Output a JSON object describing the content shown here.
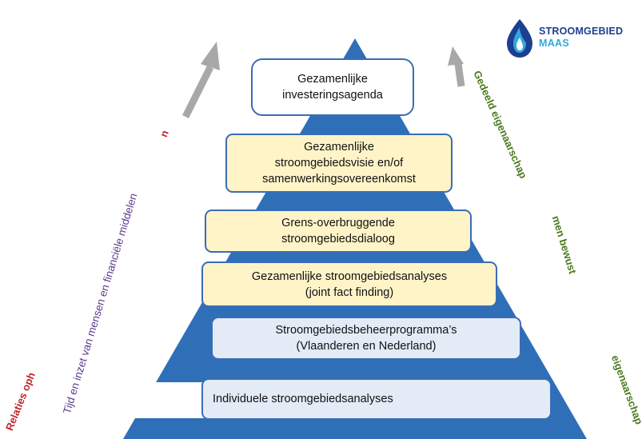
{
  "logo": {
    "line1": "STROOMGEBIED",
    "line2": "MAAS"
  },
  "pyramid": {
    "levels": [
      {
        "lines": [
          "Gezamenlijke",
          "investeringsagenda"
        ]
      },
      {
        "lines": [
          "Gezamenlijke",
          "stroomgebiedsvisie en/of",
          "samenwerkingsovereenkomst"
        ]
      },
      {
        "lines": [
          "Grens-overbruggende",
          "stroomgebiedsdialoog"
        ]
      },
      {
        "lines": [
          "Gezamenlijke stroomgebiedsanalyses",
          "(joint fact finding)"
        ]
      },
      {
        "lines": [
          "Stroomgebiedsbeheerprogramma’s",
          "(Vlaanderen en Nederland)"
        ]
      },
      {
        "lines": [
          "Individuele stroomgebiedsanalyses"
        ]
      }
    ]
  },
  "side_labels": {
    "left_red_bottom": "Relaties oph",
    "left_red_top": "n",
    "left_purple": "Tijd en inzet van mensen en financiële middelen",
    "right_green_top": "Gedeeld eigenaarschap",
    "right_green_middle": "men bewust",
    "right_green_bottom": "eigenaarschap"
  },
  "colors": {
    "pyramid_blue": "#2e6fb8",
    "box_border": "#3a6db5",
    "box_yellow": "#fff4c8",
    "box_blue": "#e3ebf7",
    "red_text": "#c0272d",
    "purple_text": "#5b3c8f",
    "green_text": "#4a7a1e",
    "arrow_gray": "#a8a8a8",
    "logo_dark": "#1d3f8f",
    "logo_light": "#2fa8de"
  }
}
